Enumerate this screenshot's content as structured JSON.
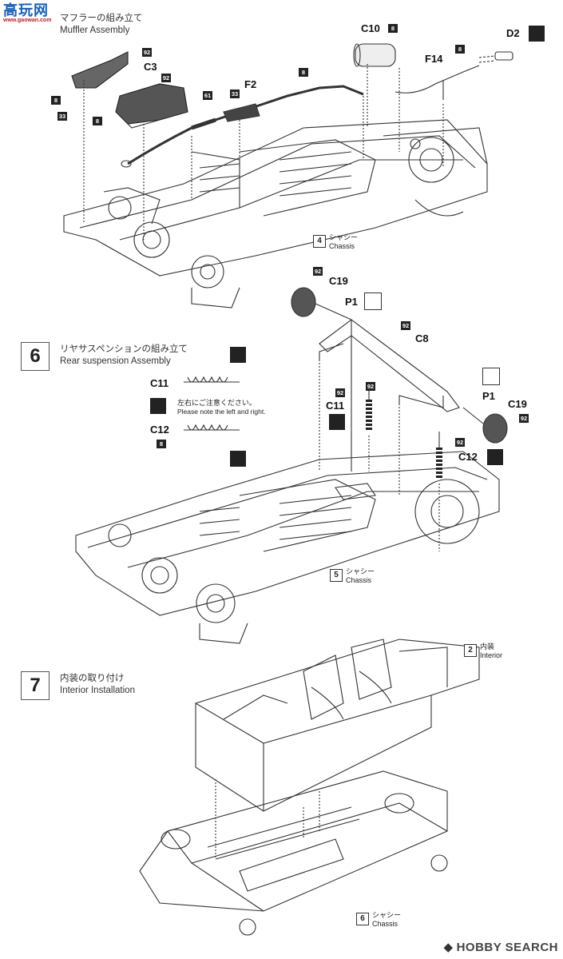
{
  "watermark": {
    "glyphs": "高玩网",
    "url": "www.gaowan.com"
  },
  "sections": [
    {
      "step": "",
      "title_ja": "マフラーの組み立て",
      "title_en": "Muffler Assembly"
    },
    {
      "step": "6",
      "title_ja": "リヤサスペンションの組み立て",
      "title_en": "Rear suspension Assembly"
    },
    {
      "step": "7",
      "title_ja": "内装の取り付け",
      "title_en": "Interior Installation"
    }
  ],
  "refs": [
    {
      "num": "4",
      "ja": "シャシー",
      "en": "Chassis"
    },
    {
      "num": "5",
      "ja": "シャシー",
      "en": "Chassis"
    },
    {
      "num": "2",
      "ja": "内装",
      "en": "Interior"
    },
    {
      "num": "6",
      "ja": "シャシー",
      "en": "Chassis"
    }
  ],
  "parts": {
    "c10": "C10",
    "d2": "D2",
    "f14": "F14",
    "c3": "C3",
    "f2": "F2",
    "c19a": "C19",
    "p1a": "P1",
    "c8": "C8",
    "c11": "C11",
    "p1b": "P1",
    "c19b": "C19",
    "c12": "C12",
    "c11_legend": "C11",
    "c12_legend": "C12"
  },
  "tags": {
    "t8a": "8",
    "t8b": "8",
    "t8c": "8",
    "t8d": "8",
    "t8e": "8",
    "t8f": "8",
    "t92a": "92",
    "t92b": "92",
    "t92c": "92",
    "t92d": "92",
    "t92e": "92",
    "t92f": "92",
    "t92g": "92",
    "t92h": "92",
    "t33a": "33",
    "t33b": "33",
    "t61": "61"
  },
  "note": {
    "ja": "左右にご注意ください。",
    "en": "Please note the left and right."
  },
  "footer": {
    "brand": "HOBBY SEARCH"
  }
}
